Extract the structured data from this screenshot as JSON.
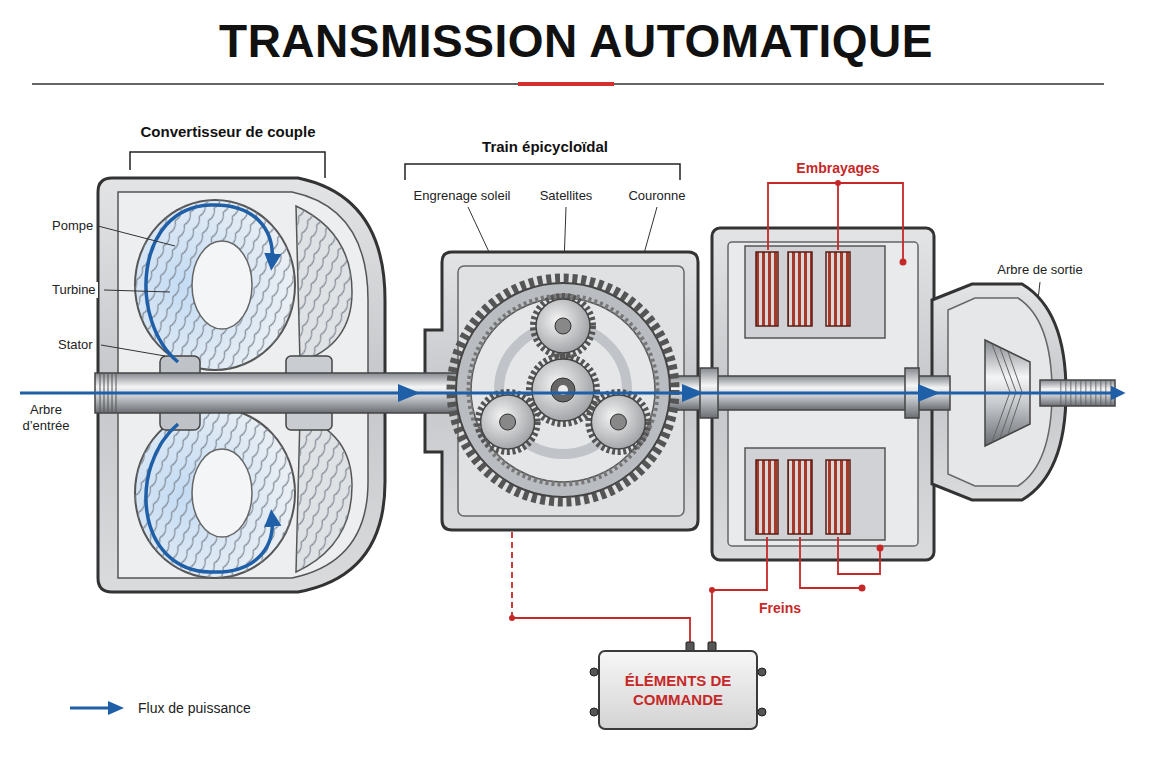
{
  "diagram": {
    "title": "TRANSMISSION AUTOMATIQUE",
    "nodes": [
      {
        "text": [
          "ÉLÉMENTS DE COMMANDE"
        ]
      }
    ],
    "labels": [
      "Convertisseur de couple",
      "Pompe",
      "Turbine",
      "Stator",
      "Arbre d’entrée",
      "Train épicycloïdal",
      "Engrenage soleil",
      "Satellites",
      "Couronne",
      "Embrayages",
      "Arbre de sortie",
      "Freins"
    ],
    "legend": [
      {
        "text": "Flux de puissance"
      }
    ]
  }
}
